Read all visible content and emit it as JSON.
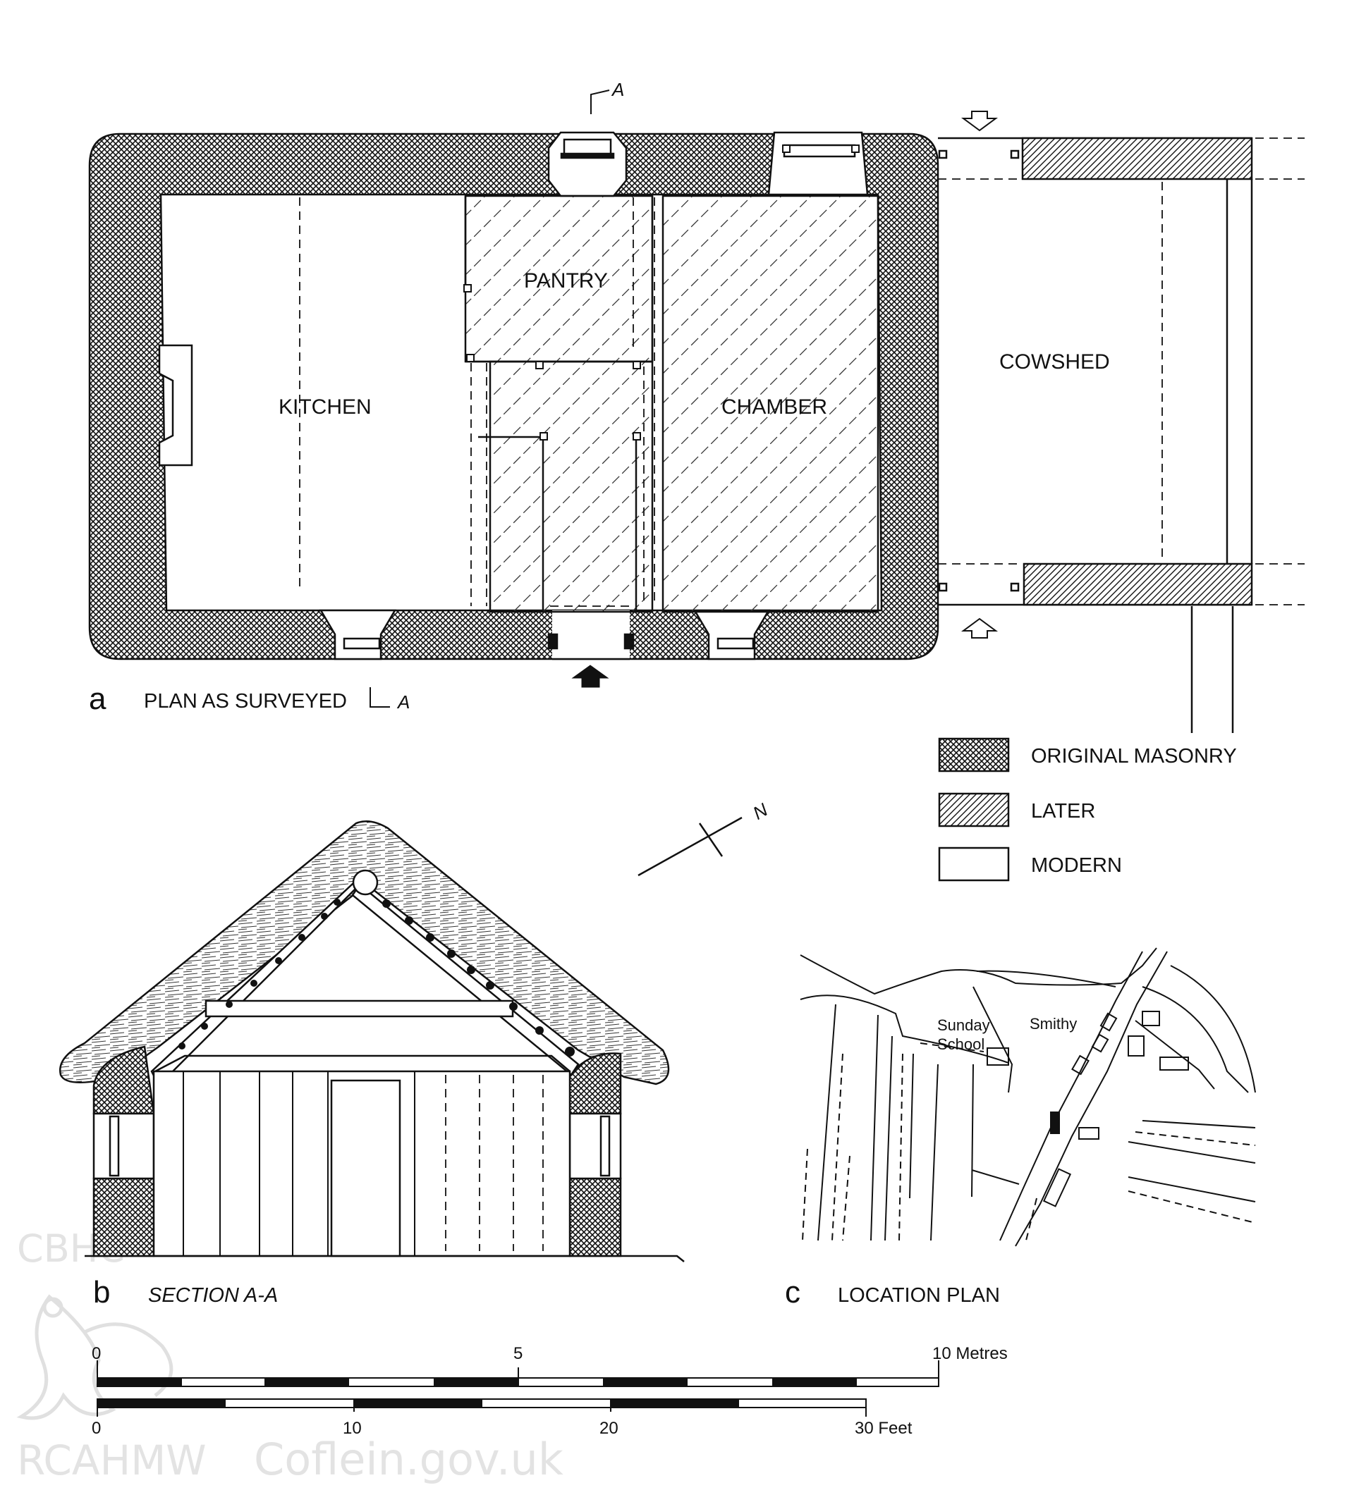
{
  "plan": {
    "panel_letter": "a",
    "caption": "PLAN AS SURVEYED",
    "section_marker": "A",
    "rooms": {
      "kitchen": "KITCHEN",
      "pantry": "PANTRY",
      "chamber": "CHAMBER",
      "cowshed": "COWSHED"
    }
  },
  "legend": {
    "items": [
      {
        "label": "ORIGINAL MASONRY",
        "pattern": "crosshatch"
      },
      {
        "label": "LATER",
        "pattern": "diagonal"
      },
      {
        "label": "MODERN",
        "pattern": "plain"
      }
    ]
  },
  "north": {
    "label": "N"
  },
  "section": {
    "panel_letter": "b",
    "caption": "SECTION A-A"
  },
  "location": {
    "panel_letter": "c",
    "caption": "LOCATION PLAN",
    "sunday_school": [
      "Sunday",
      "School"
    ],
    "smithy": "Smithy"
  },
  "scale": {
    "metres": {
      "ticks": [
        "0",
        "5",
        "10 Metres"
      ]
    },
    "feet": {
      "ticks": [
        "0",
        "10",
        "20",
        "30 Feet"
      ]
    }
  },
  "watermark": {
    "org_left": "CBHC",
    "org_bottom": "RCAHMW",
    "site": "Coflein.gov.uk"
  },
  "colors": {
    "ink": "#111111",
    "paper": "#ffffff",
    "watermark": "#e3e3e3"
  }
}
